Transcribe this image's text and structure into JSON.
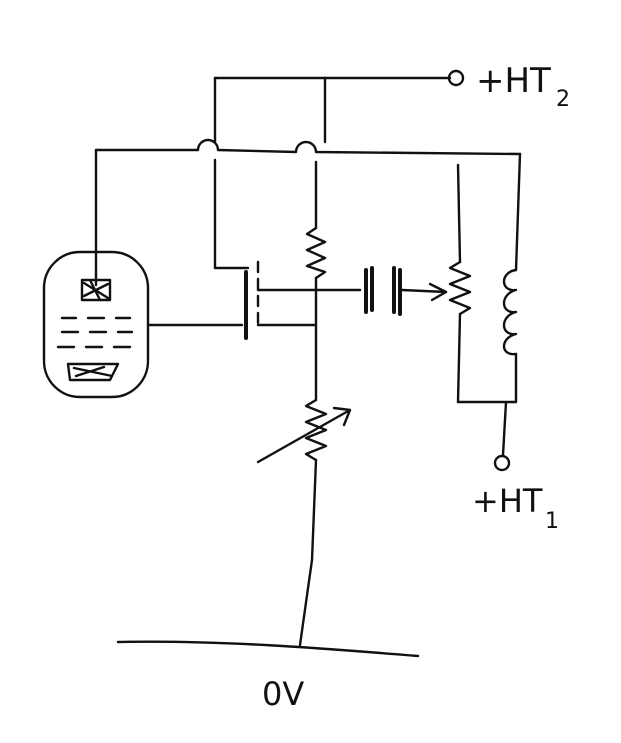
{
  "labels": {
    "ht2_main": "+HT",
    "ht2_sub": "2",
    "ht1_main": "+HT",
    "ht1_sub": "1",
    "zero_volt": "0V"
  },
  "colors": {
    "ink": "#111111",
    "paper": "#ffffff"
  }
}
